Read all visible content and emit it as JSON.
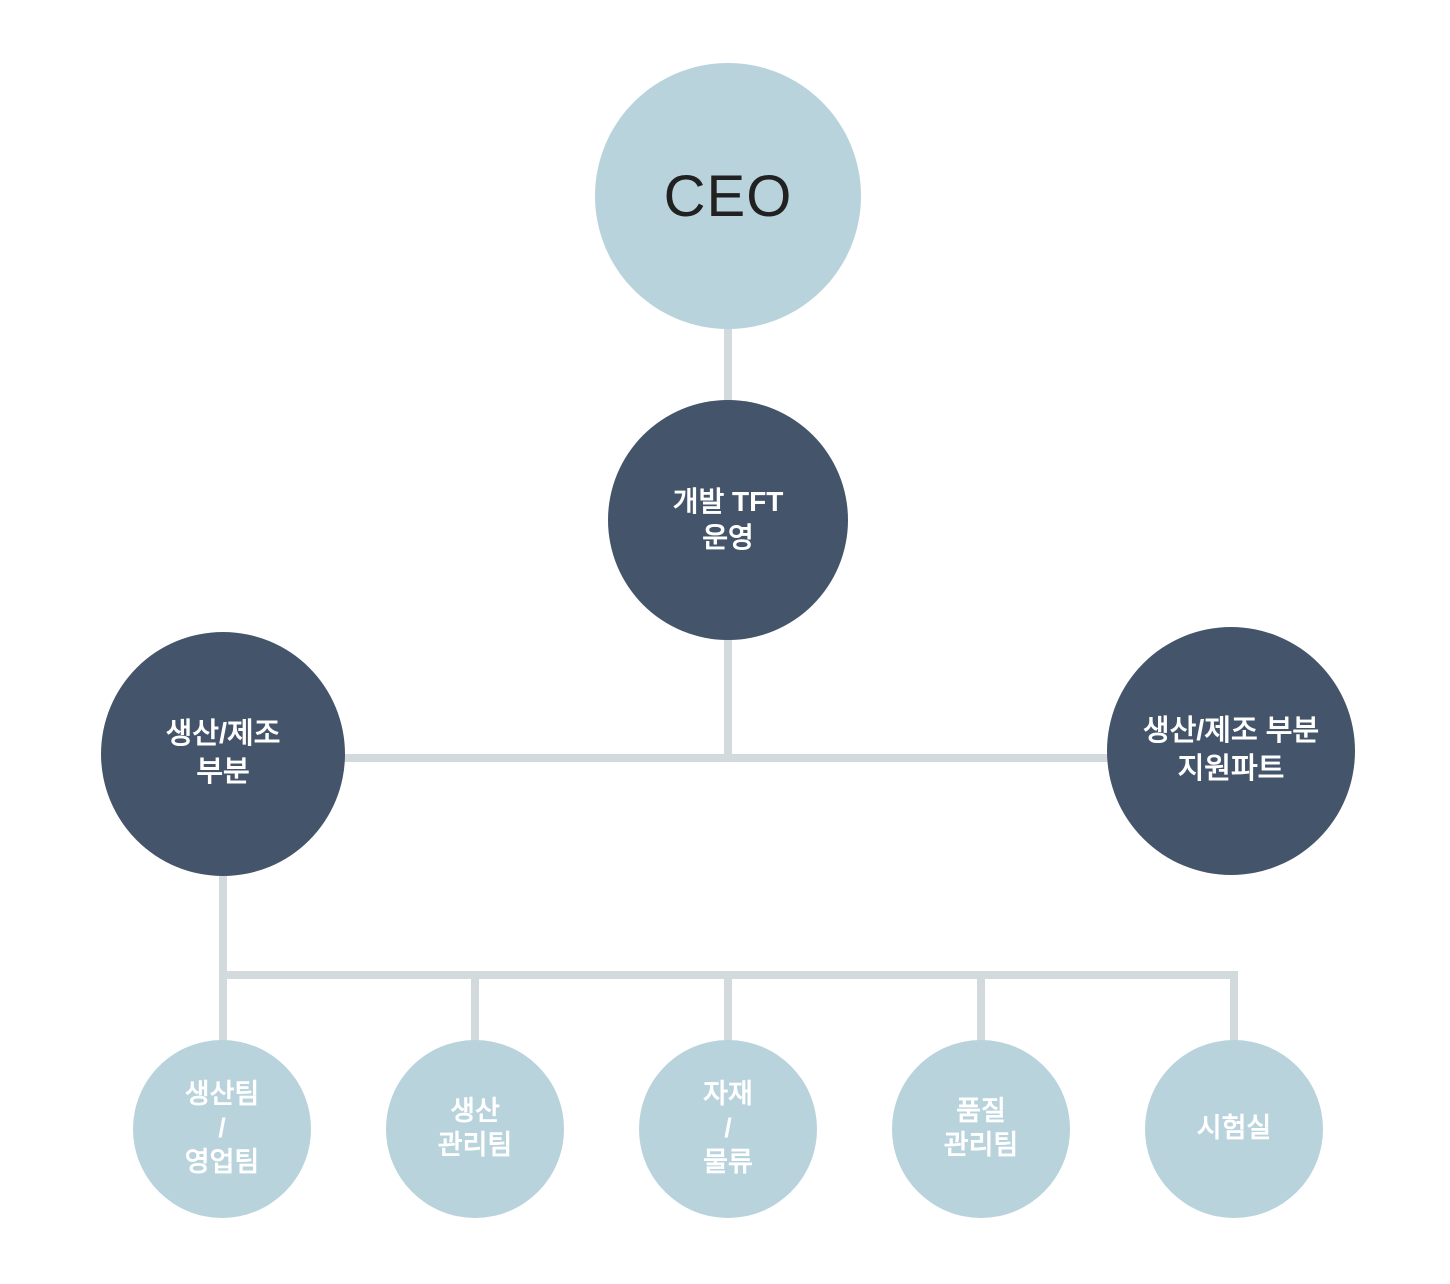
{
  "chart_title": "",
  "nodes": {
    "ceo": {
      "label": "CEO",
      "fill": "#B8D3DC",
      "text_color": "#212121",
      "level": 1
    },
    "dev_tft": {
      "label": "개발 TFT\n운영",
      "fill": "#44546A",
      "text_color": "#FFFFFF",
      "level": 2
    },
    "prod_division": {
      "label": "생산/제조\n부분",
      "fill": "#44546A",
      "text_color": "#FFFFFF",
      "level": 3
    },
    "support_part": {
      "label": "생산/제조 부분\n지원파트",
      "fill": "#44546A",
      "text_color": "#FFFFFF",
      "level": 3
    },
    "team_production_sales": {
      "label": "생산팀\n/\n영업팀",
      "fill": "#B8D3DC",
      "text_color": "#FFFFFF",
      "level": 4
    },
    "team_production_mgmt": {
      "label": "생산\n관리팀",
      "fill": "#B8D3DC",
      "text_color": "#FFFFFF",
      "level": 4
    },
    "team_materials_logistics": {
      "label": "자재\n/\n물류",
      "fill": "#B8D3DC",
      "text_color": "#FFFFFF",
      "level": 4
    },
    "team_quality_mgmt": {
      "label": "품질\n관리팀",
      "fill": "#B8D3DC",
      "text_color": "#FFFFFF",
      "level": 4
    },
    "team_test_lab": {
      "label": "시험실",
      "fill": "#B8D3DC",
      "text_color": "#FFFFFF",
      "level": 4
    }
  },
  "edges": [
    [
      "ceo",
      "dev_tft"
    ],
    [
      "dev_tft",
      "prod_division"
    ],
    [
      "dev_tft",
      "support_part"
    ],
    [
      "prod_division",
      "team_production_sales"
    ],
    [
      "prod_division",
      "team_production_mgmt"
    ],
    [
      "prod_division",
      "team_materials_logistics"
    ],
    [
      "prod_division",
      "team_quality_mgmt"
    ],
    [
      "prod_division",
      "team_test_lab"
    ]
  ],
  "colors": {
    "background": "#FFFFFF",
    "light_circle": "#B8D3DC",
    "dark_circle": "#44546A",
    "connector": "#D3DADE",
    "ceo_text": "#212121",
    "node_text": "#FFFFFF"
  }
}
